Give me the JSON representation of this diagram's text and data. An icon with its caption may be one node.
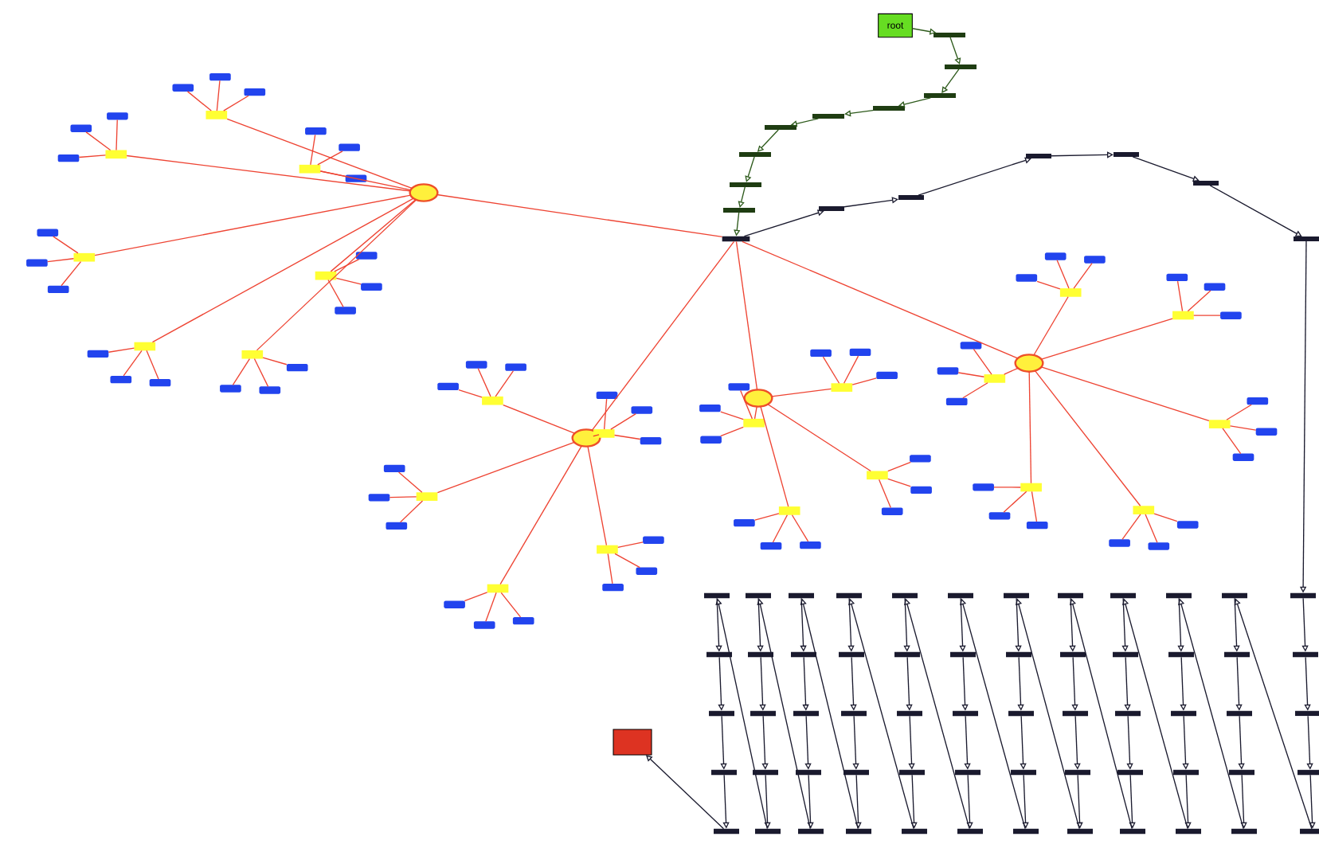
{
  "diagram": {
    "nodes": [
      {
        "text": [
          "root"
        ]
      },
      {
        "text": [],
        "shape": "bar"
      },
      {
        "text": [],
        "shape": "bar"
      },
      {
        "text": [],
        "shape": "bar"
      },
      {
        "text": [],
        "shape": "bar"
      },
      {
        "text": [],
        "shape": "bar"
      },
      {
        "text": [],
        "shape": "bar"
      },
      {
        "text": [],
        "shape": "bar"
      },
      {
        "text": [],
        "shape": "bar"
      },
      {
        "text": [],
        "shape": "bar"
      },
      {
        "text": [],
        "shape": "bar"
      },
      {
        "text": [],
        "shape": "bar"
      },
      {
        "text": [],
        "shape": "bar"
      },
      {
        "text": [],
        "shape": "bar"
      },
      {
        "text": [],
        "shape": "bar"
      },
      {
        "text": [],
        "shape": "bar"
      },
      {
        "text": [],
        "shape": "bar"
      },
      {
        "text": [],
        "shape": "circle"
      },
      {
        "text": [],
        "shape": "box"
      },
      {
        "text": [],
        "shape": "box"
      },
      {
        "text": [],
        "shape": "box"
      },
      {
        "text": [],
        "shape": "box"
      },
      {
        "text": [],
        "shape": "box"
      },
      {
        "text": [],
        "shape": "box"
      },
      {
        "text": [],
        "shape": "box"
      },
      {
        "text": [],
        "shape": "box"
      },
      {
        "text": [],
        "shape": "box"
      },
      {
        "text": [],
        "shape": "box"
      },
      {
        "text": [],
        "shape": "box"
      },
      {
        "text": [],
        "shape": "box"
      },
      {
        "text": [],
        "shape": "box"
      },
      {
        "text": [],
        "shape": "box"
      },
      {
        "text": [],
        "shape": "box"
      },
      {
        "text": [],
        "shape": "box"
      },
      {
        "text": [],
        "shape": "box"
      },
      {
        "text": [],
        "shape": "box"
      },
      {
        "text": [],
        "shape": "box"
      },
      {
        "text": [],
        "shape": "box"
      },
      {
        "text": [],
        "shape": "box"
      },
      {
        "text": [],
        "shape": "box"
      },
      {
        "text": [],
        "shape": "box"
      },
      {
        "text": [],
        "shape": "box"
      },
      {
        "text": [],
        "shape": "box"
      },
      {
        "text": [],
        "shape": "box"
      },
      {
        "text": [],
        "shape": "box"
      },
      {
        "text": [],
        "shape": "box"
      },
      {
        "text": [],
        "shape": "circle"
      },
      {
        "text": [],
        "shape": "box"
      },
      {
        "text": [],
        "shape": "box"
      },
      {
        "text": [],
        "shape": "box"
      },
      {
        "text": [],
        "shape": "box"
      },
      {
        "text": [],
        "shape": "box"
      },
      {
        "text": [],
        "shape": "box"
      },
      {
        "text": [],
        "shape": "box"
      },
      {
        "text": [],
        "shape": "box"
      },
      {
        "text": [],
        "shape": "box"
      },
      {
        "text": [],
        "shape": "box"
      },
      {
        "text": [],
        "shape": "box"
      },
      {
        "text": [],
        "shape": "box"
      },
      {
        "text": [],
        "shape": "box"
      },
      {
        "text": [],
        "shape": "box"
      },
      {
        "text": [],
        "shape": "box"
      },
      {
        "text": [],
        "shape": "box"
      },
      {
        "text": [],
        "shape": "box"
      },
      {
        "text": [],
        "shape": "box"
      },
      {
        "text": [],
        "shape": "box"
      },
      {
        "text": [],
        "shape": "box"
      },
      {
        "text": [],
        "shape": "circle"
      },
      {
        "text": [],
        "shape": "box"
      },
      {
        "text": [],
        "shape": "box"
      },
      {
        "text": [],
        "shape": "box"
      },
      {
        "text": [],
        "shape": "box"
      },
      {
        "text": [],
        "shape": "box"
      },
      {
        "text": [],
        "shape": "box"
      },
      {
        "text": [],
        "shape": "box"
      },
      {
        "text": [],
        "shape": "box"
      },
      {
        "text": [],
        "shape": "box"
      },
      {
        "text": [],
        "shape": "box"
      },
      {
        "text": [],
        "shape": "box"
      },
      {
        "text": [],
        "shape": "box"
      },
      {
        "text": [],
        "shape": "box"
      },
      {
        "text": [],
        "shape": "box"
      },
      {
        "text": [],
        "shape": "box"
      },
      {
        "text": [],
        "shape": "box"
      },
      {
        "text": [],
        "shape": "circle"
      },
      {
        "text": [],
        "shape": "box"
      },
      {
        "text": [],
        "shape": "box"
      },
      {
        "text": [],
        "shape": "box"
      },
      {
        "text": [],
        "shape": "box"
      },
      {
        "text": [],
        "shape": "box"
      },
      {
        "text": [],
        "shape": "box"
      },
      {
        "text": [],
        "shape": "box"
      },
      {
        "text": [],
        "shape": "box"
      },
      {
        "text": [],
        "shape": "box"
      },
      {
        "text": [],
        "shape": "box"
      },
      {
        "text": [],
        "shape": "box"
      },
      {
        "text": [],
        "shape": "box"
      },
      {
        "text": [],
        "shape": "box"
      },
      {
        "text": [],
        "shape": "box"
      },
      {
        "text": [],
        "shape": "box"
      },
      {
        "text": [],
        "shape": "box"
      },
      {
        "text": [],
        "shape": "box"
      },
      {
        "text": [],
        "shape": "box"
      },
      {
        "text": [],
        "shape": "box"
      },
      {
        "text": [],
        "shape": "box"
      },
      {
        "text": [],
        "shape": "box"
      },
      {
        "text": [],
        "shape": "box"
      },
      {
        "text": [],
        "shape": "box"
      },
      {
        "text": [],
        "shape": "box"
      },
      {
        "text": [],
        "shape": "bar"
      },
      {
        "text": [],
        "shape": "bar"
      },
      {
        "text": [],
        "shape": "bar"
      },
      {
        "text": [],
        "shape": "bar"
      },
      {
        "text": [],
        "shape": "bar"
      },
      {
        "text": [],
        "shape": "bar"
      },
      {
        "text": [],
        "shape": "bar"
      },
      {
        "text": [],
        "shape": "bar"
      },
      {
        "text": [],
        "shape": "bar"
      },
      {
        "text": [],
        "shape": "bar"
      },
      {
        "text": [],
        "shape": "bar"
      },
      {
        "text": [],
        "shape": "bar"
      },
      {
        "text": [],
        "shape": "bar"
      },
      {
        "text": [],
        "shape": "bar"
      },
      {
        "text": [],
        "shape": "bar"
      },
      {
        "text": [],
        "shape": "bar"
      },
      {
        "text": [],
        "shape": "bar"
      },
      {
        "text": [],
        "shape": "bar"
      },
      {
        "text": [],
        "shape": "bar"
      },
      {
        "text": [],
        "shape": "bar"
      },
      {
        "text": [],
        "shape": "bar"
      },
      {
        "text": [],
        "shape": "bar"
      },
      {
        "text": [],
        "shape": "bar"
      },
      {
        "text": [],
        "shape": "bar"
      },
      {
        "text": [],
        "shape": "bar"
      },
      {
        "text": [],
        "shape": "bar"
      },
      {
        "text": [],
        "shape": "bar"
      },
      {
        "text": [],
        "shape": "bar"
      },
      {
        "text": [],
        "shape": "bar"
      },
      {
        "text": [],
        "shape": "bar"
      },
      {
        "text": [],
        "shape": "bar"
      },
      {
        "text": [],
        "shape": "bar"
      },
      {
        "text": [],
        "shape": "bar"
      },
      {
        "text": [],
        "shape": "bar"
      },
      {
        "text": [],
        "shape": "bar"
      },
      {
        "text": [],
        "shape": "bar"
      },
      {
        "text": [],
        "shape": "bar"
      },
      {
        "text": [],
        "shape": "bar"
      },
      {
        "text": [],
        "shape": "bar"
      },
      {
        "text": [],
        "shape": "bar"
      },
      {
        "text": [],
        "shape": "bar"
      },
      {
        "text": [],
        "shape": "bar"
      },
      {
        "text": [],
        "shape": "bar"
      },
      {
        "text": [],
        "shape": "bar"
      },
      {
        "text": [],
        "shape": "bar"
      },
      {
        "text": [],
        "shape": "bar"
      },
      {
        "text": [],
        "shape": "bar"
      },
      {
        "text": [],
        "shape": "bar"
      },
      {
        "text": [],
        "shape": "bar"
      },
      {
        "text": [],
        "shape": "bar"
      },
      {
        "text": [],
        "shape": "bar"
      },
      {
        "text": [],
        "shape": "bar"
      },
      {
        "text": [],
        "shape": "bar"
      },
      {
        "text": [],
        "shape": "bar"
      },
      {
        "text": [],
        "shape": "bar"
      },
      {
        "text": [],
        "shape": "bar"
      },
      {
        "text": [],
        "shape": "bar"
      },
      {
        "text": [],
        "shape": "bar"
      },
      {
        "text": [],
        "shape": "bar"
      },
      {
        "text": [],
        "shape": "bar"
      },
      {
        "text": [],
        "shape": "box"
      }
    ],
    "edges": [
      {
        "from": 0,
        "to": 1,
        "arrow": "to",
        "color": "#2d5a1b"
      },
      {
        "from": 1,
        "to": 2,
        "arrow": "to",
        "color": "#2d5a1b"
      },
      {
        "from": 2,
        "to": 3,
        "arrow": "to",
        "color": "#2d5a1b"
      },
      {
        "from": 3,
        "to": 4,
        "arrow": "to",
        "color": "#2d5a1b"
      },
      {
        "from": 4,
        "to": 5,
        "arrow": "to",
        "color": "#2d5a1b"
      },
      {
        "from": 5,
        "to": 6,
        "arrow": "to",
        "color": "#2d5a1b"
      },
      {
        "from": 6,
        "to": 7,
        "arrow": "to",
        "color": "#2d5a1b"
      },
      {
        "from": 7,
        "to": 8,
        "arrow": "to",
        "color": "#2d5a1b"
      },
      {
        "from": 8,
        "to": 9,
        "arrow": "to",
        "color": "#2d5a1b"
      },
      {
        "from": 9,
        "to": 10,
        "arrow": "to",
        "color": "#2d5a1b"
      },
      {
        "from": 10,
        "to": 11,
        "arrow": "to",
        "color": "#1a1a2e"
      },
      {
        "from": 11,
        "to": 12,
        "arrow": "to",
        "color": "#1a1a2e"
      },
      {
        "from": 12,
        "to": 13,
        "arrow": "to",
        "color": "#1a1a2e"
      },
      {
        "from": 13,
        "to": 14,
        "arrow": "to",
        "color": "#1a1a2e"
      },
      {
        "from": 14,
        "to": 15,
        "arrow": "to",
        "color": "#1a1a2e"
      },
      {
        "from": 15,
        "to": 16,
        "arrow": "to",
        "color": "#1a1a2e"
      },
      {
        "from": 16,
        "to": 164,
        "arrow": "to",
        "color": "#1a1a2e"
      },
      {
        "from": 10,
        "to": 17,
        "arrow": "none"
      },
      {
        "from": 10,
        "to": 46,
        "arrow": "none"
      },
      {
        "from": 10,
        "to": 67,
        "arrow": "none"
      },
      {
        "from": 10,
        "to": 84,
        "arrow": "none"
      },
      {
        "from": 17,
        "to": 18,
        "arrow": "none"
      },
      {
        "from": 18,
        "to": 19,
        "arrow": "none"
      },
      {
        "from": 18,
        "to": 20,
        "arrow": "none"
      },
      {
        "from": 18,
        "to": 21,
        "arrow": "none"
      },
      {
        "from": 17,
        "to": 22,
        "arrow": "none"
      },
      {
        "from": 22,
        "to": 23,
        "arrow": "none"
      },
      {
        "from": 22,
        "to": 24,
        "arrow": "none"
      },
      {
        "from": 22,
        "to": 25,
        "arrow": "none"
      },
      {
        "from": 17,
        "to": 26,
        "arrow": "none"
      },
      {
        "from": 26,
        "to": 27,
        "arrow": "none"
      },
      {
        "from": 26,
        "to": 28,
        "arrow": "none"
      },
      {
        "from": 26,
        "to": 29,
        "arrow": "none"
      },
      {
        "from": 17,
        "to": 30,
        "arrow": "none"
      },
      {
        "from": 30,
        "to": 31,
        "arrow": "none"
      },
      {
        "from": 30,
        "to": 32,
        "arrow": "none"
      },
      {
        "from": 30,
        "to": 33,
        "arrow": "none"
      },
      {
        "from": 17,
        "to": 34,
        "arrow": "none"
      },
      {
        "from": 34,
        "to": 35,
        "arrow": "none"
      },
      {
        "from": 34,
        "to": 36,
        "arrow": "none"
      },
      {
        "from": 34,
        "to": 37,
        "arrow": "none"
      },
      {
        "from": 17,
        "to": 38,
        "arrow": "none"
      },
      {
        "from": 38,
        "to": 39,
        "arrow": "none"
      },
      {
        "from": 38,
        "to": 40,
        "arrow": "none"
      },
      {
        "from": 38,
        "to": 41,
        "arrow": "none"
      },
      {
        "from": 17,
        "to": 42,
        "arrow": "none"
      },
      {
        "from": 42,
        "to": 43,
        "arrow": "none"
      },
      {
        "from": 42,
        "to": 44,
        "arrow": "none"
      },
      {
        "from": 42,
        "to": 45,
        "arrow": "none"
      },
      {
        "from": 46,
        "to": 47,
        "arrow": "none"
      },
      {
        "from": 47,
        "to": 48,
        "arrow": "none"
      },
      {
        "from": 47,
        "to": 49,
        "arrow": "none"
      },
      {
        "from": 47,
        "to": 50,
        "arrow": "none"
      },
      {
        "from": 46,
        "to": 51,
        "arrow": "none"
      },
      {
        "from": 51,
        "to": 52,
        "arrow": "none"
      },
      {
        "from": 51,
        "to": 53,
        "arrow": "none"
      },
      {
        "from": 51,
        "to": 54,
        "arrow": "none"
      },
      {
        "from": 46,
        "to": 55,
        "arrow": "none"
      },
      {
        "from": 55,
        "to": 56,
        "arrow": "none"
      },
      {
        "from": 55,
        "to": 57,
        "arrow": "none"
      },
      {
        "from": 55,
        "to": 58,
        "arrow": "none"
      },
      {
        "from": 46,
        "to": 59,
        "arrow": "none"
      },
      {
        "from": 59,
        "to": 60,
        "arrow": "none"
      },
      {
        "from": 59,
        "to": 61,
        "arrow": "none"
      },
      {
        "from": 59,
        "to": 62,
        "arrow": "none"
      },
      {
        "from": 46,
        "to": 63,
        "arrow": "none"
      },
      {
        "from": 63,
        "to": 64,
        "arrow": "none"
      },
      {
        "from": 63,
        "to": 65,
        "arrow": "none"
      },
      {
        "from": 63,
        "to": 66,
        "arrow": "none"
      },
      {
        "from": 67,
        "to": 68,
        "arrow": "none"
      },
      {
        "from": 68,
        "to": 69,
        "arrow": "none"
      },
      {
        "from": 68,
        "to": 70,
        "arrow": "none"
      },
      {
        "from": 68,
        "to": 71,
        "arrow": "none"
      },
      {
        "from": 67,
        "to": 72,
        "arrow": "none"
      },
      {
        "from": 72,
        "to": 73,
        "arrow": "none"
      },
      {
        "from": 72,
        "to": 74,
        "arrow": "none"
      },
      {
        "from": 72,
        "to": 75,
        "arrow": "none"
      },
      {
        "from": 67,
        "to": 76,
        "arrow": "none"
      },
      {
        "from": 76,
        "to": 77,
        "arrow": "none"
      },
      {
        "from": 76,
        "to": 78,
        "arrow": "none"
      },
      {
        "from": 76,
        "to": 79,
        "arrow": "none"
      },
      {
        "from": 67,
        "to": 80,
        "arrow": "none"
      },
      {
        "from": 80,
        "to": 81,
        "arrow": "none"
      },
      {
        "from": 80,
        "to": 82,
        "arrow": "none"
      },
      {
        "from": 80,
        "to": 83,
        "arrow": "none"
      },
      {
        "from": 84,
        "to": 85,
        "arrow": "none"
      },
      {
        "from": 85,
        "to": 86,
        "arrow": "none"
      },
      {
        "from": 85,
        "to": 87,
        "arrow": "none"
      },
      {
        "from": 85,
        "to": 88,
        "arrow": "none"
      },
      {
        "from": 84,
        "to": 89,
        "arrow": "none"
      },
      {
        "from": 89,
        "to": 90,
        "arrow": "none"
      },
      {
        "from": 89,
        "to": 91,
        "arrow": "none"
      },
      {
        "from": 89,
        "to": 92,
        "arrow": "none"
      },
      {
        "from": 84,
        "to": 93,
        "arrow": "none"
      },
      {
        "from": 93,
        "to": 94,
        "arrow": "none"
      },
      {
        "from": 93,
        "to": 95,
        "arrow": "none"
      },
      {
        "from": 93,
        "to": 96,
        "arrow": "none"
      },
      {
        "from": 84,
        "to": 97,
        "arrow": "none"
      },
      {
        "from": 97,
        "to": 98,
        "arrow": "none"
      },
      {
        "from": 97,
        "to": 99,
        "arrow": "none"
      },
      {
        "from": 97,
        "to": 100,
        "arrow": "none"
      },
      {
        "from": 84,
        "to": 101,
        "arrow": "none"
      },
      {
        "from": 101,
        "to": 102,
        "arrow": "none"
      },
      {
        "from": 101,
        "to": 103,
        "arrow": "none"
      },
      {
        "from": 101,
        "to": 104,
        "arrow": "none"
      },
      {
        "from": 84,
        "to": 105,
        "arrow": "none"
      },
      {
        "from": 105,
        "to": 106,
        "arrow": "none"
      },
      {
        "from": 105,
        "to": 107,
        "arrow": "none"
      },
      {
        "from": 105,
        "to": 108,
        "arrow": "none"
      },
      {
        "from": 164,
        "to": 165,
        "arrow": "to",
        "color": "#1a1a2e"
      },
      {
        "from": 165,
        "to": 166,
        "arrow": "to",
        "color": "#1a1a2e"
      },
      {
        "from": 166,
        "to": 167,
        "arrow": "to",
        "color": "#1a1a2e"
      },
      {
        "from": 167,
        "to": 168,
        "arrow": "to",
        "color": "#1a1a2e"
      },
      {
        "from": 168,
        "to": 159,
        "arrow": "to",
        "color": "#1a1a2e"
      },
      {
        "from": 159,
        "to": 160,
        "arrow": "to",
        "color": "#1a1a2e"
      },
      {
        "from": 160,
        "to": 161,
        "arrow": "to",
        "color": "#1a1a2e"
      },
      {
        "from": 161,
        "to": 162,
        "arrow": "to",
        "color": "#1a1a2e"
      },
      {
        "from": 162,
        "to": 163,
        "arrow": "to",
        "color": "#1a1a2e"
      },
      {
        "from": 163,
        "to": 154,
        "arrow": "to",
        "color": "#1a1a2e"
      },
      {
        "from": 154,
        "to": 155,
        "arrow": "to",
        "color": "#1a1a2e"
      },
      {
        "from": 155,
        "to": 156,
        "arrow": "to",
        "color": "#1a1a2e"
      },
      {
        "from": 156,
        "to": 157,
        "arrow": "to",
        "color": "#1a1a2e"
      },
      {
        "from": 157,
        "to": 158,
        "arrow": "to",
        "color": "#1a1a2e"
      },
      {
        "from": 158,
        "to": 149,
        "arrow": "to",
        "color": "#1a1a2e"
      },
      {
        "from": 149,
        "to": 150,
        "arrow": "to",
        "color": "#1a1a2e"
      },
      {
        "from": 150,
        "to": 151,
        "arrow": "to",
        "color": "#1a1a2e"
      },
      {
        "from": 151,
        "to": 152,
        "arrow": "to",
        "color": "#1a1a2e"
      },
      {
        "from": 152,
        "to": 153,
        "arrow": "to",
        "color": "#1a1a2e"
      },
      {
        "from": 153,
        "to": 144,
        "arrow": "to",
        "color": "#1a1a2e"
      },
      {
        "from": 144,
        "to": 145,
        "arrow": "to",
        "color": "#1a1a2e"
      },
      {
        "from": 145,
        "to": 146,
        "arrow": "to",
        "color": "#1a1a2e"
      },
      {
        "from": 146,
        "to": 147,
        "arrow": "to",
        "color": "#1a1a2e"
      },
      {
        "from": 147,
        "to": 148,
        "arrow": "to",
        "color": "#1a1a2e"
      },
      {
        "from": 148,
        "to": 139,
        "arrow": "to",
        "color": "#1a1a2e"
      },
      {
        "from": 139,
        "to": 140,
        "arrow": "to",
        "color": "#1a1a2e"
      },
      {
        "from": 140,
        "to": 141,
        "arrow": "to",
        "color": "#1a1a2e"
      },
      {
        "from": 141,
        "to": 142,
        "arrow": "to",
        "color": "#1a1a2e"
      },
      {
        "from": 142,
        "to": 143,
        "arrow": "to",
        "color": "#1a1a2e"
      },
      {
        "from": 143,
        "to": 134,
        "arrow": "to",
        "color": "#1a1a2e"
      },
      {
        "from": 134,
        "to": 135,
        "arrow": "to",
        "color": "#1a1a2e"
      },
      {
        "from": 135,
        "to": 136,
        "arrow": "to",
        "color": "#1a1a2e"
      },
      {
        "from": 136,
        "to": 137,
        "arrow": "to",
        "color": "#1a1a2e"
      },
      {
        "from": 137,
        "to": 138,
        "arrow": "to",
        "color": "#1a1a2e"
      },
      {
        "from": 138,
        "to": 129,
        "arrow": "to",
        "color": "#1a1a2e"
      },
      {
        "from": 129,
        "to": 130,
        "arrow": "to",
        "color": "#1a1a2e"
      },
      {
        "from": 130,
        "to": 131,
        "arrow": "to",
        "color": "#1a1a2e"
      },
      {
        "from": 131,
        "to": 132,
        "arrow": "to",
        "color": "#1a1a2e"
      },
      {
        "from": 132,
        "to": 133,
        "arrow": "to",
        "color": "#1a1a2e"
      },
      {
        "from": 133,
        "to": 124,
        "arrow": "to",
        "color": "#1a1a2e"
      },
      {
        "from": 124,
        "to": 125,
        "arrow": "to",
        "color": "#1a1a2e"
      },
      {
        "from": 125,
        "to": 126,
        "arrow": "to",
        "color": "#1a1a2e"
      },
      {
        "from": 126,
        "to": 127,
        "arrow": "to",
        "color": "#1a1a2e"
      },
      {
        "from": 127,
        "to": 128,
        "arrow": "to",
        "color": "#1a1a2e"
      },
      {
        "from": 128,
        "to": 119,
        "arrow": "to",
        "color": "#1a1a2e"
      },
      {
        "from": 119,
        "to": 120,
        "arrow": "to",
        "color": "#1a1a2e"
      },
      {
        "from": 120,
        "to": 121,
        "arrow": "to",
        "color": "#1a1a2e"
      },
      {
        "from": 121,
        "to": 122,
        "arrow": "to",
        "color": "#1a1a2e"
      },
      {
        "from": 122,
        "to": 123,
        "arrow": "to",
        "color": "#1a1a2e"
      },
      {
        "from": 123,
        "to": 114,
        "arrow": "to",
        "color": "#1a1a2e"
      },
      {
        "from": 114,
        "to": 115,
        "arrow": "to",
        "color": "#1a1a2e"
      },
      {
        "from": 115,
        "to": 116,
        "arrow": "to",
        "color": "#1a1a2e"
      },
      {
        "from": 116,
        "to": 117,
        "arrow": "to",
        "color": "#1a1a2e"
      },
      {
        "from": 117,
        "to": 118,
        "arrow": "to",
        "color": "#1a1a2e"
      },
      {
        "from": 118,
        "to": 109,
        "arrow": "to",
        "color": "#1a1a2e"
      },
      {
        "from": 109,
        "to": 110,
        "arrow": "to",
        "color": "#1a1a2e"
      },
      {
        "from": 110,
        "to": 111,
        "arrow": "to",
        "color": "#1a1a2e"
      },
      {
        "from": 111,
        "to": 112,
        "arrow": "to",
        "color": "#1a1a2e"
      },
      {
        "from": 112,
        "to": 113,
        "arrow": "to",
        "color": "#1a1a2e"
      },
      {
        "from": 113,
        "to": 169,
        "arrow": "to",
        "color": "#1a1a2e"
      }
    ]
  }
}
